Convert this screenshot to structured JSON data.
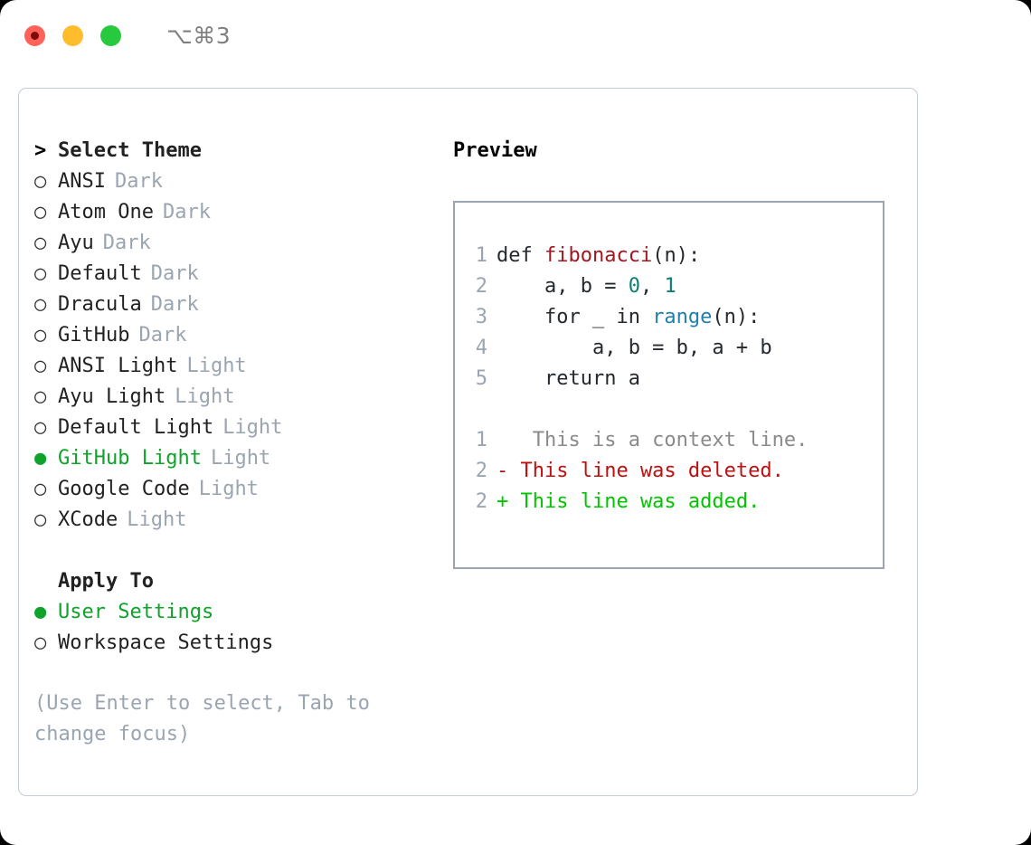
{
  "titlebar": {
    "shortcut": "⌥⌘3",
    "traffic_lights": [
      {
        "name": "close",
        "color": "#ff6259",
        "recording_dot": true
      },
      {
        "name": "minimize",
        "color": "#ffbd2e",
        "recording_dot": false
      },
      {
        "name": "maximize",
        "color": "#27c93f",
        "recording_dot": false
      }
    ]
  },
  "theme_picker": {
    "header": {
      "marker": ">",
      "label": "Select Theme"
    },
    "items": [
      {
        "marker": "○",
        "label": "ANSI",
        "tag": "Dark",
        "selected": false
      },
      {
        "marker": "○",
        "label": "Atom One",
        "tag": "Dark",
        "selected": false
      },
      {
        "marker": "○",
        "label": "Ayu",
        "tag": "Dark",
        "selected": false
      },
      {
        "marker": "○",
        "label": "Default",
        "tag": "Dark",
        "selected": false
      },
      {
        "marker": "○",
        "label": "Dracula",
        "tag": "Dark",
        "selected": false
      },
      {
        "marker": "○",
        "label": "GitHub",
        "tag": "Dark",
        "selected": false
      },
      {
        "marker": "○",
        "label": "ANSI Light",
        "tag": "Light",
        "selected": false
      },
      {
        "marker": "○",
        "label": "Ayu Light",
        "tag": "Light",
        "selected": false
      },
      {
        "marker": "○",
        "label": "Default Light",
        "tag": "Light",
        "selected": false
      },
      {
        "marker": "●",
        "label": "GitHub Light",
        "tag": "Light",
        "selected": true
      },
      {
        "marker": "○",
        "label": "Google Code",
        "tag": "Light",
        "selected": false
      },
      {
        "marker": "○",
        "label": "XCode",
        "tag": "Light",
        "selected": false
      }
    ]
  },
  "apply_to": {
    "header": {
      "marker": " ",
      "label": "Apply To"
    },
    "items": [
      {
        "marker": "●",
        "label": "User Settings",
        "selected": true
      },
      {
        "marker": "○",
        "label": "Workspace Settings",
        "selected": false
      }
    ]
  },
  "help": {
    "line1": "(Use Enter to select, Tab to",
    "line2": "change focus)"
  },
  "preview": {
    "title": "Preview",
    "code_lines": [
      {
        "lineno": "1",
        "tokens": [
          {
            "text": "def ",
            "type": "plain"
          },
          {
            "text": "fibonacci",
            "type": "func"
          },
          {
            "text": "(n):",
            "type": "plain"
          }
        ]
      },
      {
        "lineno": "2",
        "tokens": [
          {
            "text": "    a, b = ",
            "type": "plain"
          },
          {
            "text": "0",
            "type": "num"
          },
          {
            "text": ", ",
            "type": "plain"
          },
          {
            "text": "1",
            "type": "num"
          }
        ]
      },
      {
        "lineno": "3",
        "tokens": [
          {
            "text": "    for _ in ",
            "type": "plain"
          },
          {
            "text": "range",
            "type": "builtin"
          },
          {
            "text": "(n):",
            "type": "plain"
          }
        ]
      },
      {
        "lineno": "4",
        "tokens": [
          {
            "text": "        a, b = b, a + b",
            "type": "plain"
          }
        ]
      },
      {
        "lineno": "5",
        "tokens": [
          {
            "text": "    return a",
            "type": "plain"
          }
        ]
      }
    ],
    "diff_lines": [
      {
        "lineno": "1",
        "sign": " ",
        "text": "  This is a context line.",
        "kind": "context"
      },
      {
        "lineno": "2",
        "sign": "-",
        "text": " This line was deleted.",
        "kind": "del"
      },
      {
        "lineno": "2",
        "sign": "+",
        "text": " This line was added.",
        "kind": "add"
      }
    ]
  },
  "colors": {
    "accent_green": "#0fa32b",
    "muted": "#9aa5b1",
    "panel_border": "#c3ccd6",
    "preview_border": "#9aa5b1",
    "syntax_function": "#a01621",
    "syntax_number": "#0f7e72",
    "syntax_builtin": "#1f7fb0",
    "diff_deleted": "#c00f0f",
    "diff_added": "#01c501",
    "diff_context": "#8a8a8a"
  }
}
